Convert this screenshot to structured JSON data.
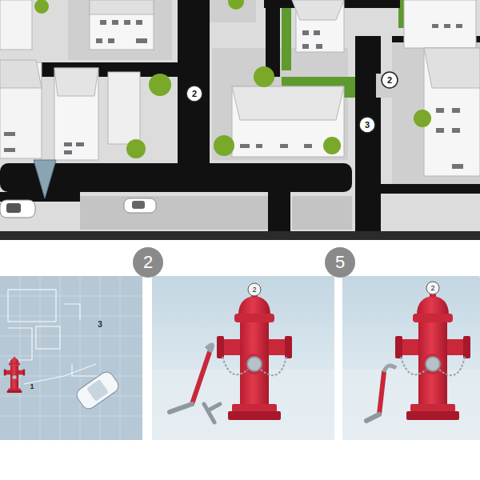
{
  "diagram": {
    "labels": [
      "2",
      "2",
      "3",
      "2",
      "5",
      "2",
      "2",
      "3",
      "1"
    ]
  }
}
